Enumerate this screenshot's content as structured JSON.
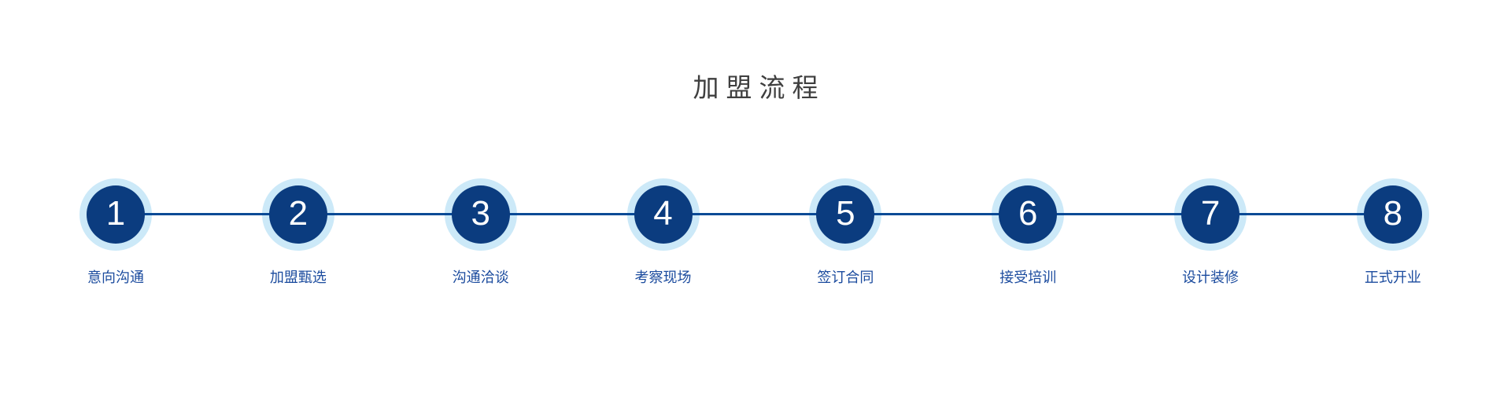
{
  "title": "加盟流程",
  "steps": [
    {
      "number": "1",
      "label": "意向沟通"
    },
    {
      "number": "2",
      "label": "加盟甄选"
    },
    {
      "number": "3",
      "label": "沟通洽谈"
    },
    {
      "number": "4",
      "label": "考察现场"
    },
    {
      "number": "5",
      "label": "签订合同"
    },
    {
      "number": "6",
      "label": "接受培训"
    },
    {
      "number": "7",
      "label": "设计装修"
    },
    {
      "number": "8",
      "label": "正式开业"
    }
  ],
  "colors": {
    "background": "#ffffff",
    "title_text": "#3f3f3f",
    "circle_fill": "#0b3c7f",
    "circle_halo": "#cce9f8",
    "connector_line": "#0a4a96",
    "step_number_text": "#ffffff",
    "step_label_text": "#1b4b9e"
  }
}
